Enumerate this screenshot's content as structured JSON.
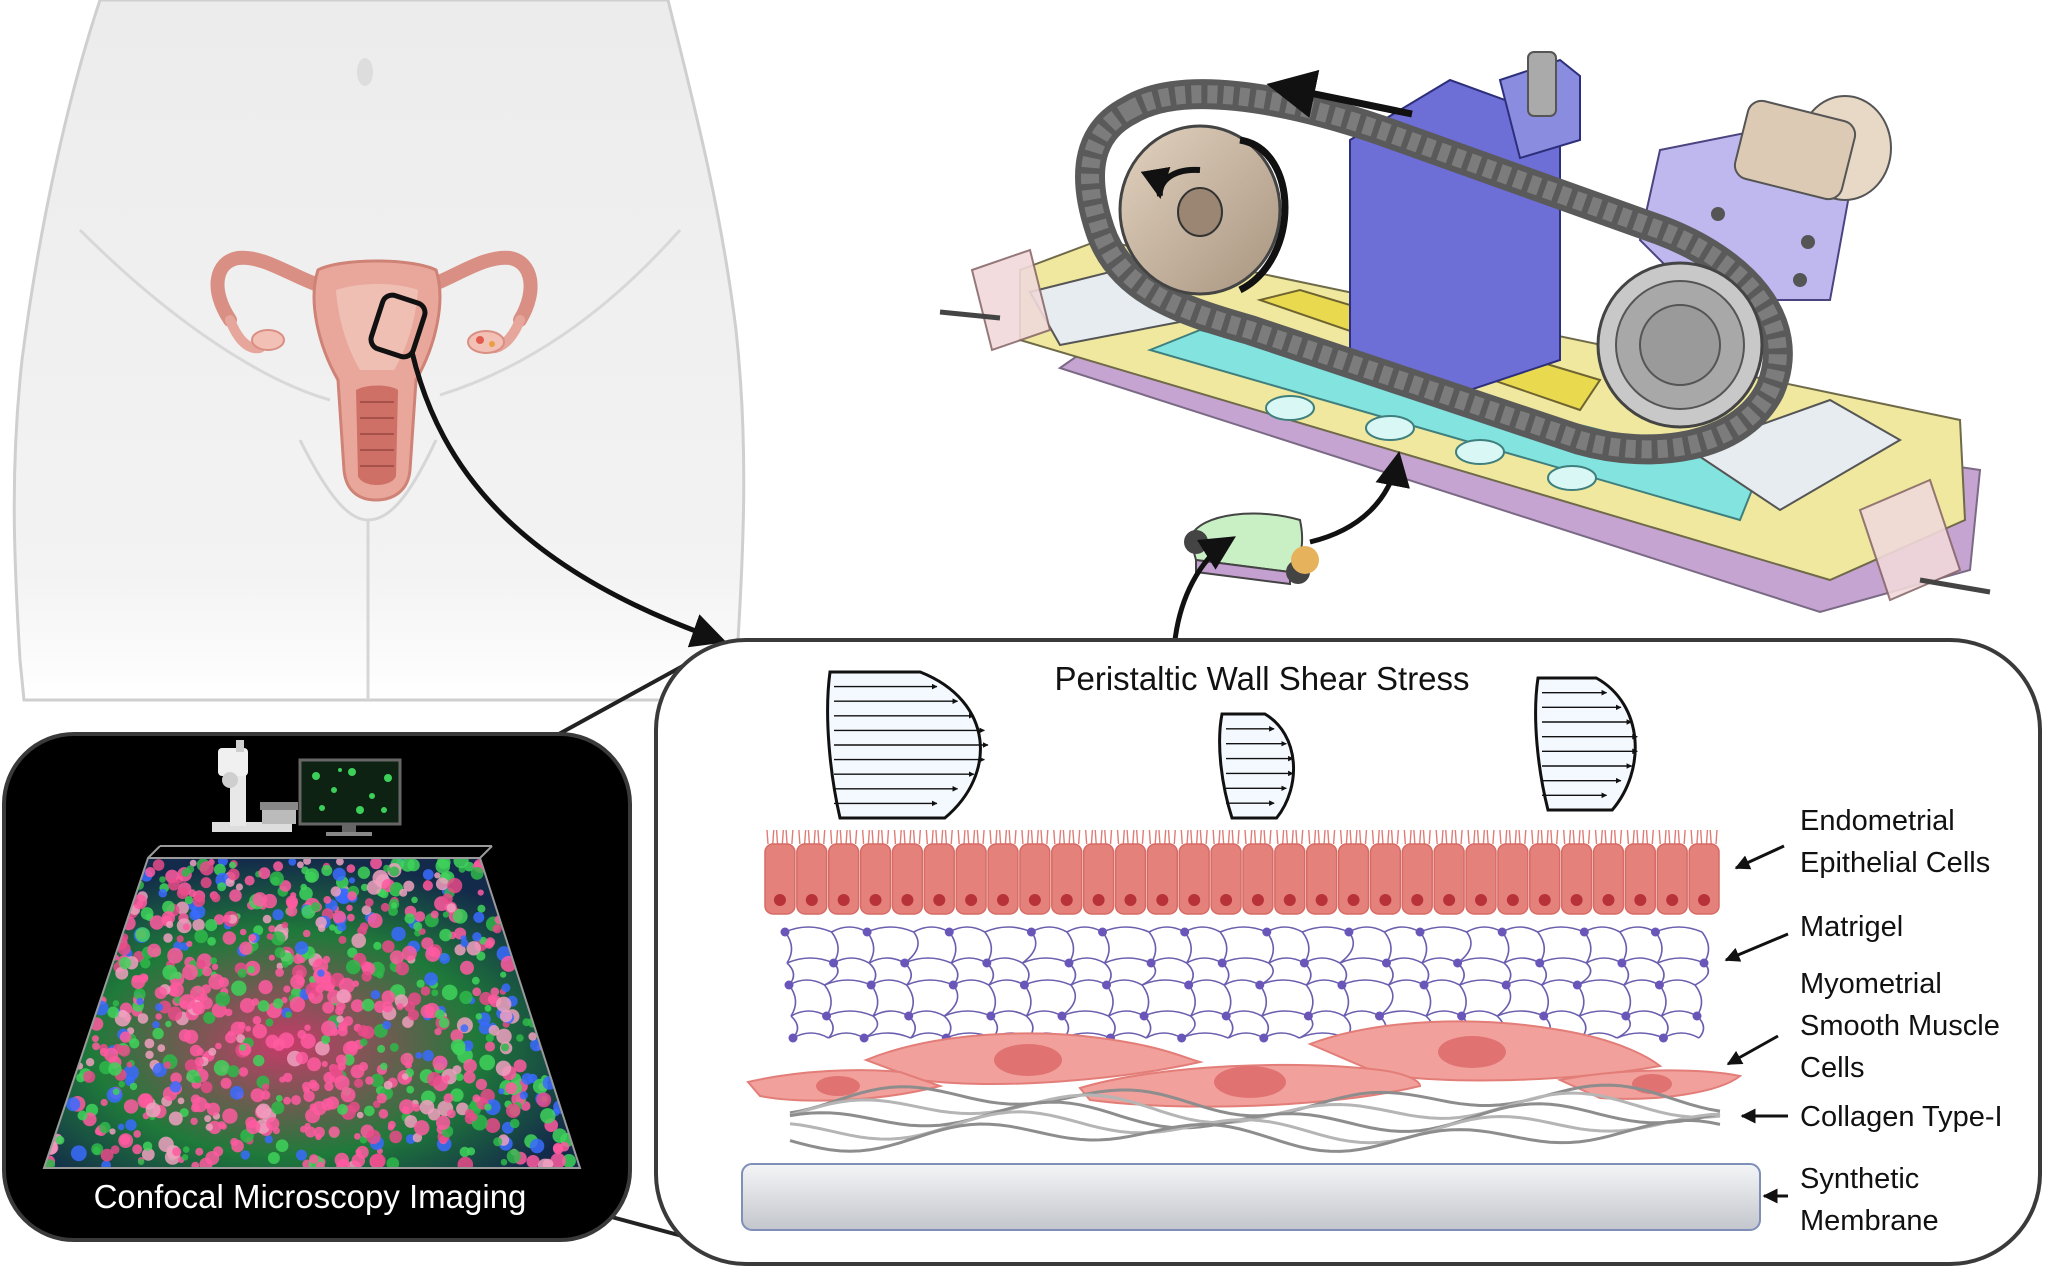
{
  "figure": {
    "panel_title": "Peristaltic Wall Shear Stress",
    "microscopy_caption": "Confocal Microscopy Imaging",
    "layers": [
      {
        "id": "epithelial",
        "lines": [
          "Endometrial",
          "Epithelial Cells"
        ]
      },
      {
        "id": "matrigel",
        "lines": [
          "Matrigel"
        ]
      },
      {
        "id": "smooth-muscle",
        "lines": [
          "Myometrial",
          "Smooth Muscle",
          "Cells"
        ]
      },
      {
        "id": "collagen",
        "lines": [
          "Collagen Type-I"
        ]
      },
      {
        "id": "membrane",
        "lines": [
          "Synthetic",
          "Membrane"
        ]
      }
    ]
  },
  "colors": {
    "epithelial": "#e5817b",
    "epithelial_nucleus": "#b8323a",
    "matrigel_line": "#6a5fae",
    "matrigel_node": "#6a56b8",
    "muscle": "#f1a09c",
    "muscle_nucleus": "#e07272",
    "collagen": "#8d8d8d",
    "membrane": "#dcdfe4",
    "device_blue": "#6d6fd6",
    "device_cyan": "#7fe0dc",
    "device_yellow": "#efe07a",
    "device_purple": "#c3a0cf",
    "body_fill": "#efefef"
  }
}
